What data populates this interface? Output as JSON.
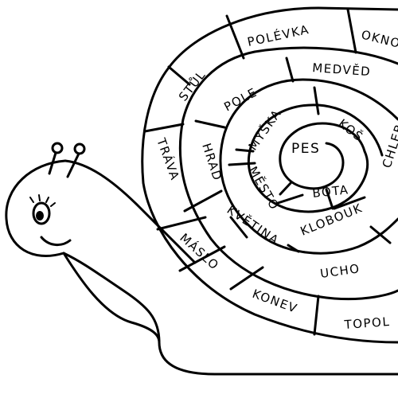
{
  "words": {
    "polevka": "POLÉVKA",
    "okno": "OKNO",
    "stul": "STŮL",
    "medved": "MEDVĚD",
    "pole": "POLE",
    "kos": "KOŠ",
    "myska": "MYŠKA",
    "pes": "PES",
    "trava": "TRÁVA",
    "hrad": "HRAD",
    "mesto": "MĚSTO",
    "bota": "BOTA",
    "chleba": "CHLEBA",
    "kvetina": "KVĚTINA",
    "klobouk": "KLOBOUK",
    "maslo": "MÁSLO",
    "ucho": "UCHO",
    "konev": "KONEV",
    "topol": "TOPOL"
  }
}
